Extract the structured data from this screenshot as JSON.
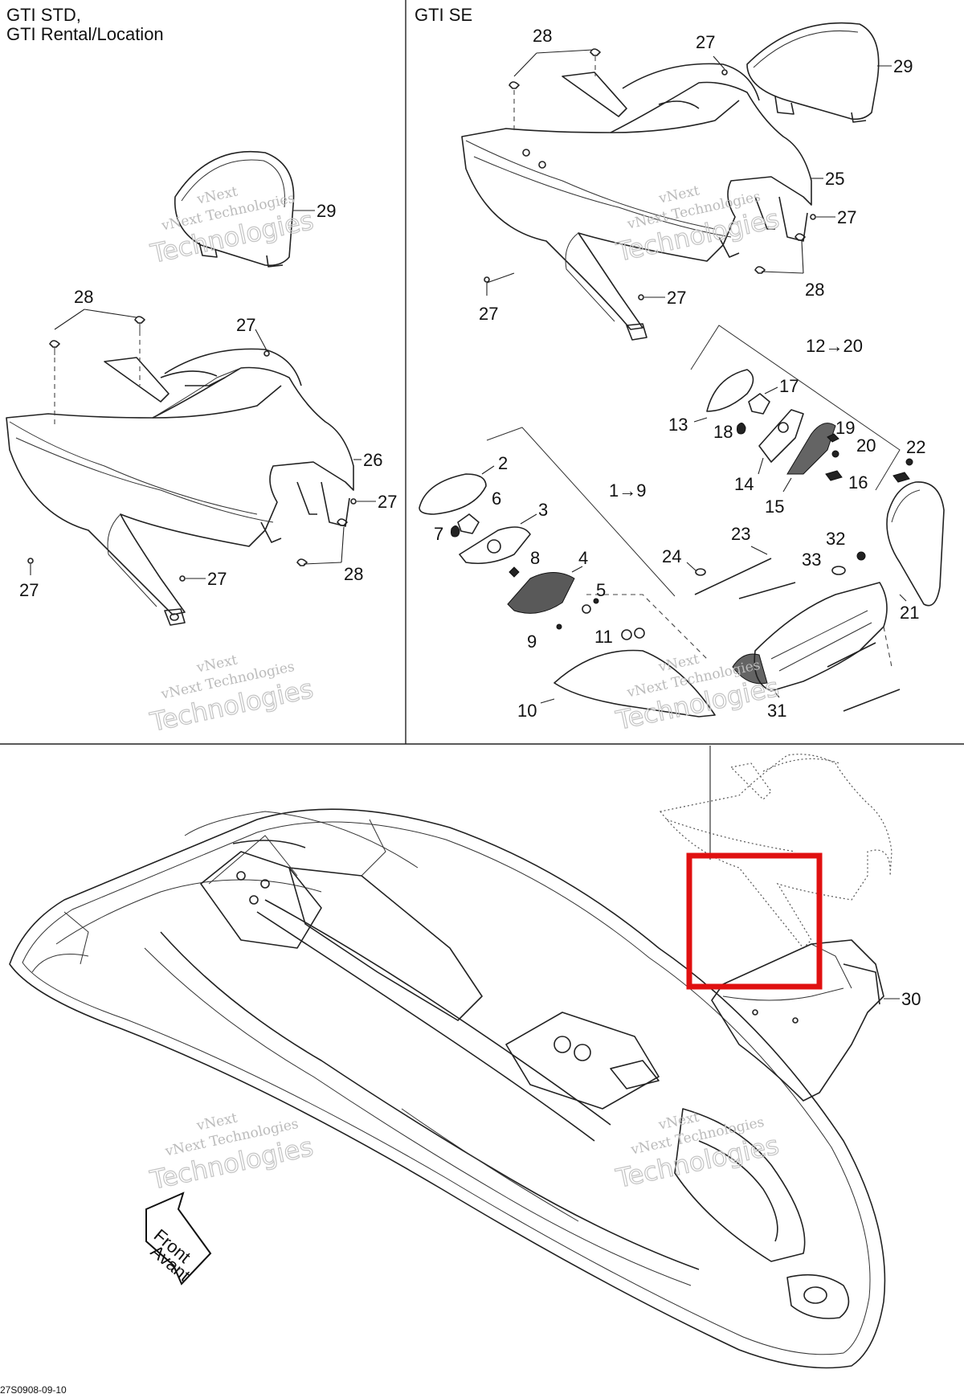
{
  "titles": {
    "left": "GTI STD,",
    "left2": "GTI Rental/Location",
    "right": "GTI SE"
  },
  "watermark": {
    "line1": "vNext",
    "line2": "vNext Technologies",
    "line3": "Technologies"
  },
  "arrow": {
    "line1": "Front",
    "line2": "Avant"
  },
  "drawing_code": "27S0908-09-10",
  "labels": {
    "l28": "28",
    "l27": "27",
    "l29": "29",
    "l26": "26",
    "r28": "28",
    "r27": "27",
    "r29": "29",
    "r25": "25",
    "n1": "1→9",
    "n2": "2",
    "n3": "3",
    "n4": "4",
    "n5": "5",
    "n6": "6",
    "n7": "7",
    "n8": "8",
    "n9": "9",
    "n10": "10",
    "n11": "11",
    "n12": "12→20",
    "n13": "13",
    "n14": "14",
    "n15": "15",
    "n16": "16",
    "n17": "17",
    "n18": "18",
    "n19": "19",
    "n20": "20",
    "n21": "21",
    "n22": "22",
    "n23": "23",
    "n24": "24",
    "n30": "30",
    "n31": "31",
    "n32": "32",
    "n33": "33"
  },
  "colors": {
    "highlight": "#e01010"
  }
}
